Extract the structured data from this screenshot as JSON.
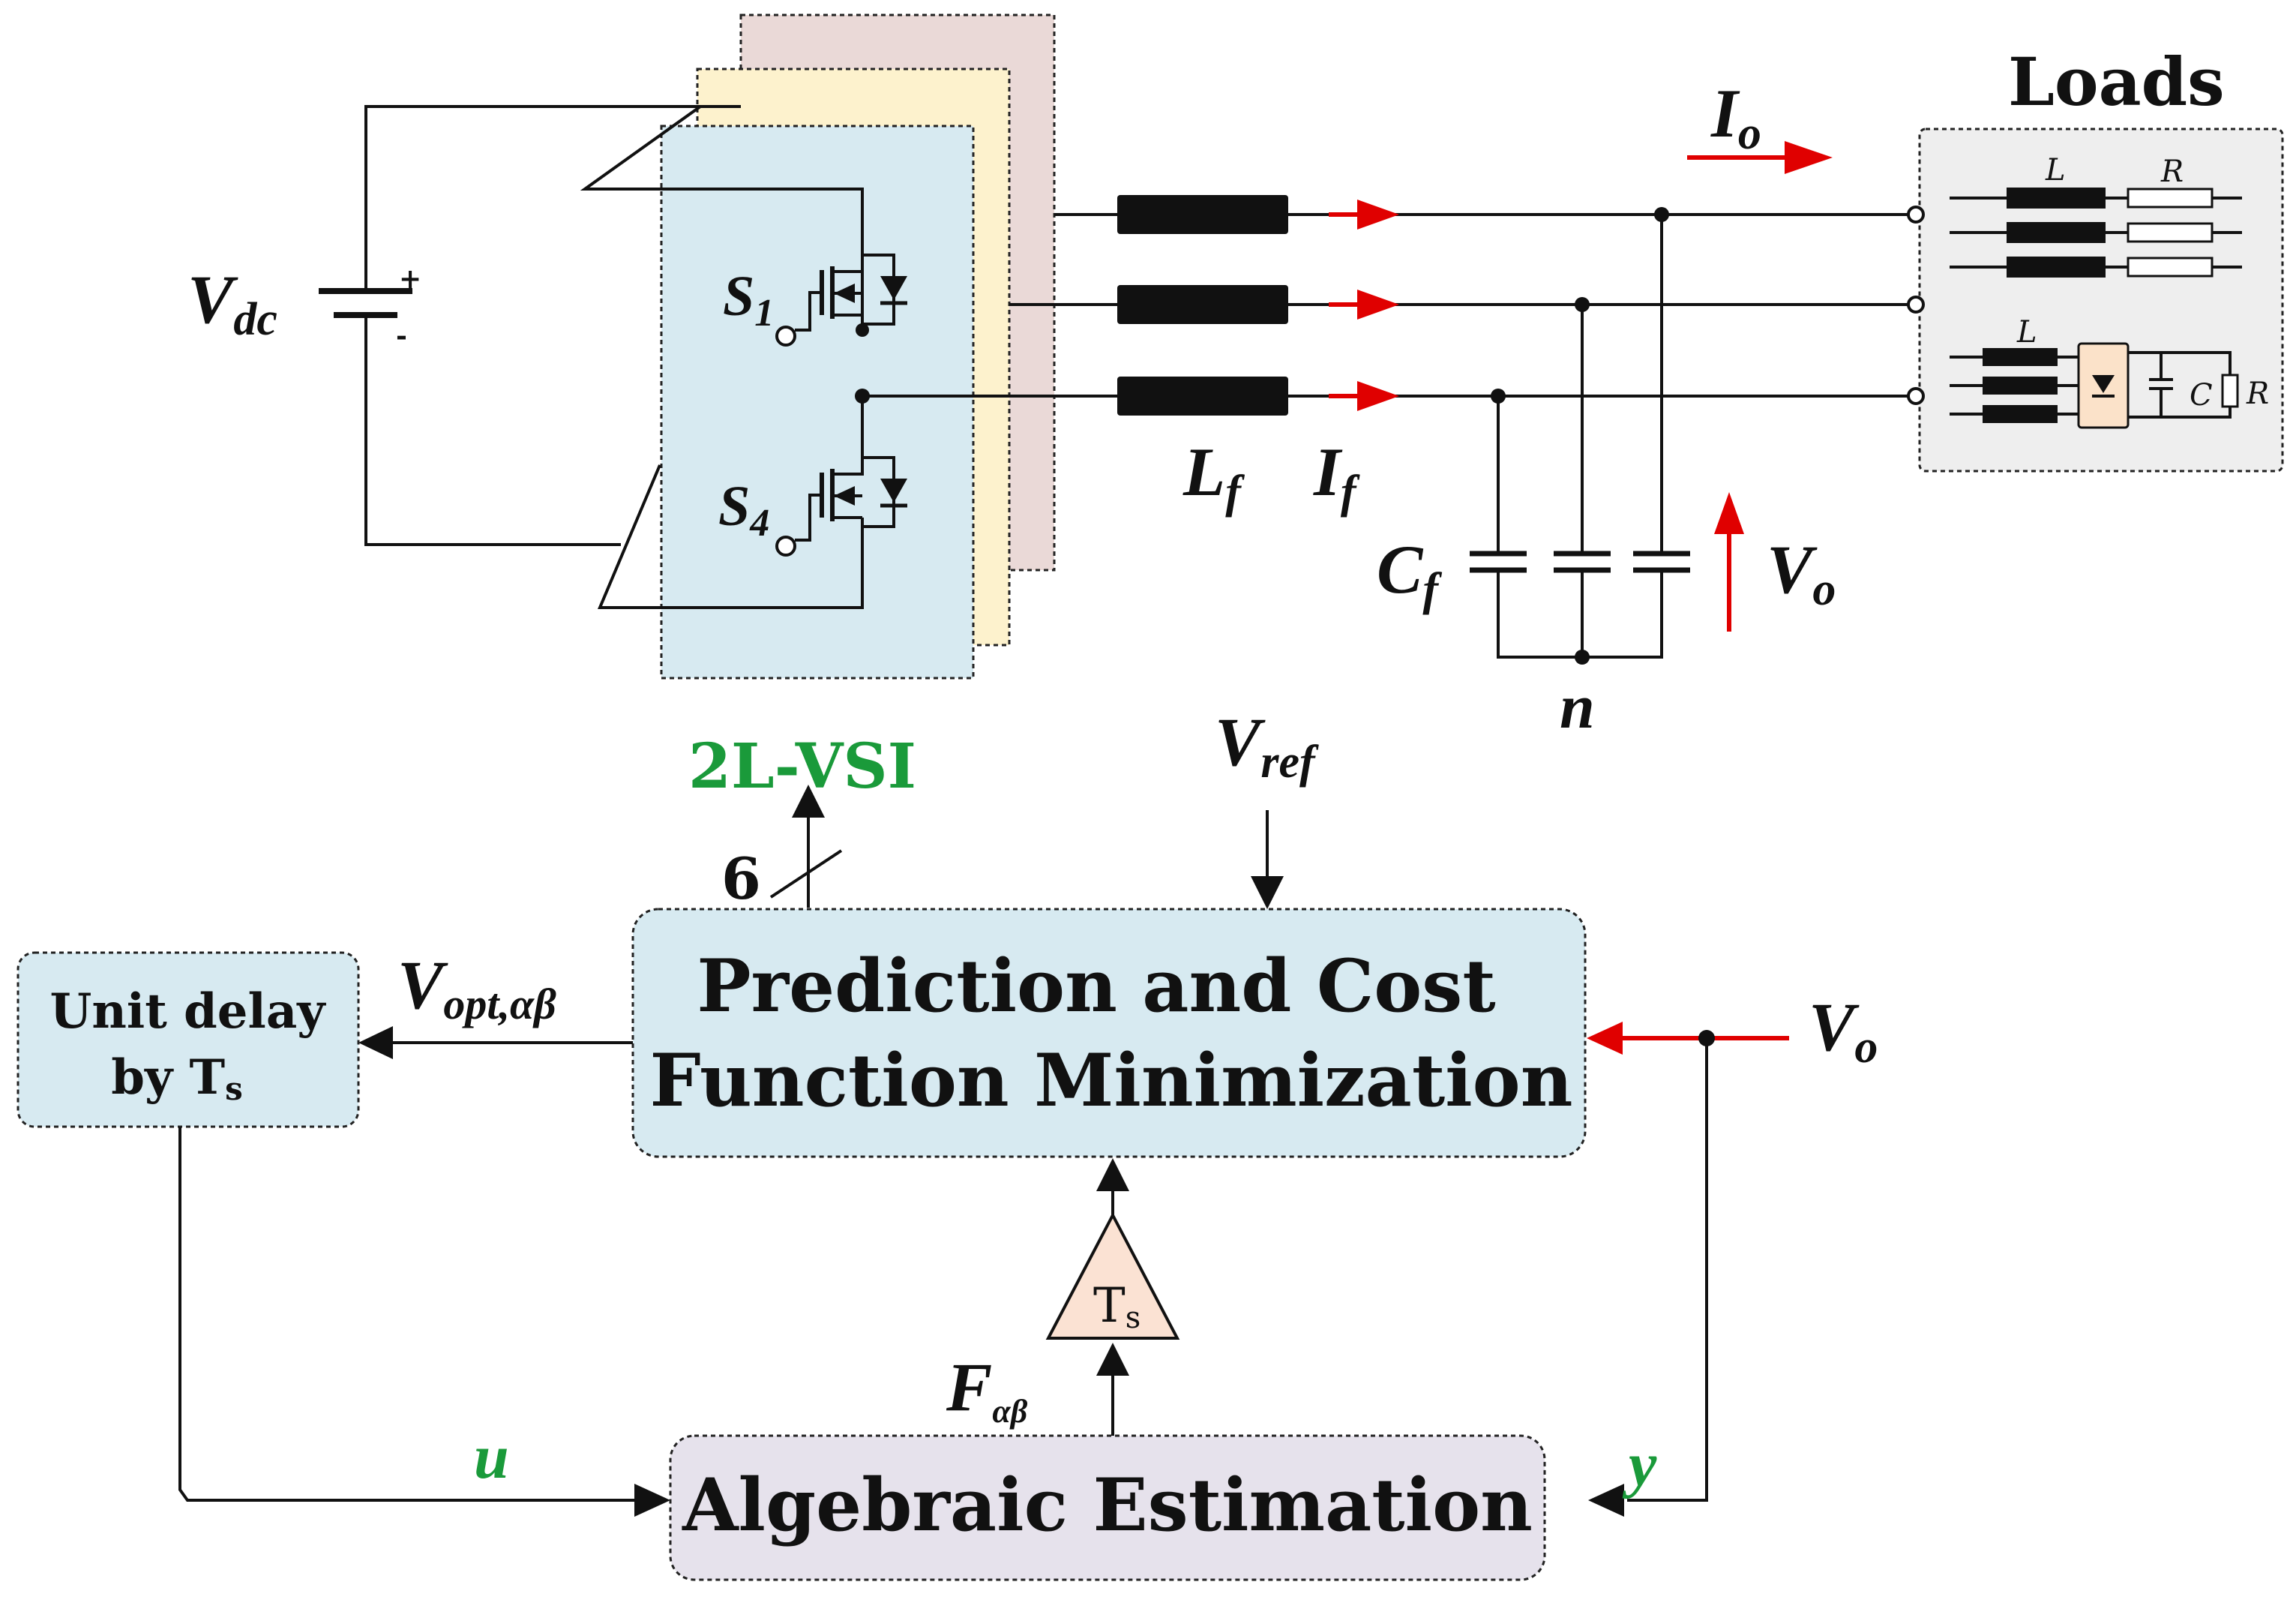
{
  "labels": {
    "vdc_main": "V",
    "vdc_sub": "dc",
    "plus": "+",
    "minus": "-",
    "s1_main": "S",
    "s1_sub": "1",
    "s4_main": "S",
    "s4_sub": "4",
    "lf_main": "L",
    "lf_sub": "f",
    "if_main": "I",
    "if_sub": "f",
    "io_main": "I",
    "io_sub": "o",
    "cf_main": "C",
    "cf_sub": "f",
    "vo_main": "V",
    "vo_sub": "o",
    "n": "n",
    "loads_title": "Loads",
    "load_l1": "L",
    "load_r1": "R",
    "load_l2": "L",
    "load_c2": "C",
    "load_r2": "R",
    "vsi": "2L-VSI",
    "bus_count": "6",
    "vref_main": "V",
    "vref_sub": "ref",
    "vopt_main": "V",
    "vopt_sub": "opt,αβ",
    "pred_line1": "Prediction and Cost",
    "pred_line2": "Function Minimization",
    "delay_line1": "Unit delay",
    "delay_line2": "by T",
    "delay_sub": "s",
    "vo2_main": "V",
    "vo2_sub": "o",
    "ts_main": "T",
    "ts_sub": "s",
    "f_main": "F",
    "f_sub": "αβ",
    "u": "u",
    "y": "y",
    "alg": "Algebraic Estimation"
  },
  "colors": {
    "vsi_back": "#ead9d7",
    "vsi_mid": "#fdf2cd",
    "vsi_front": "#d7eaf1",
    "block_blue": "#d7eaf1",
    "block_purple": "#e6e2ec",
    "triangle": "#fbe2d3",
    "loads_box": "#eeeeee",
    "rectifier": "#fbe2c9",
    "red": "#e00000",
    "green": "#1a9a3a"
  }
}
